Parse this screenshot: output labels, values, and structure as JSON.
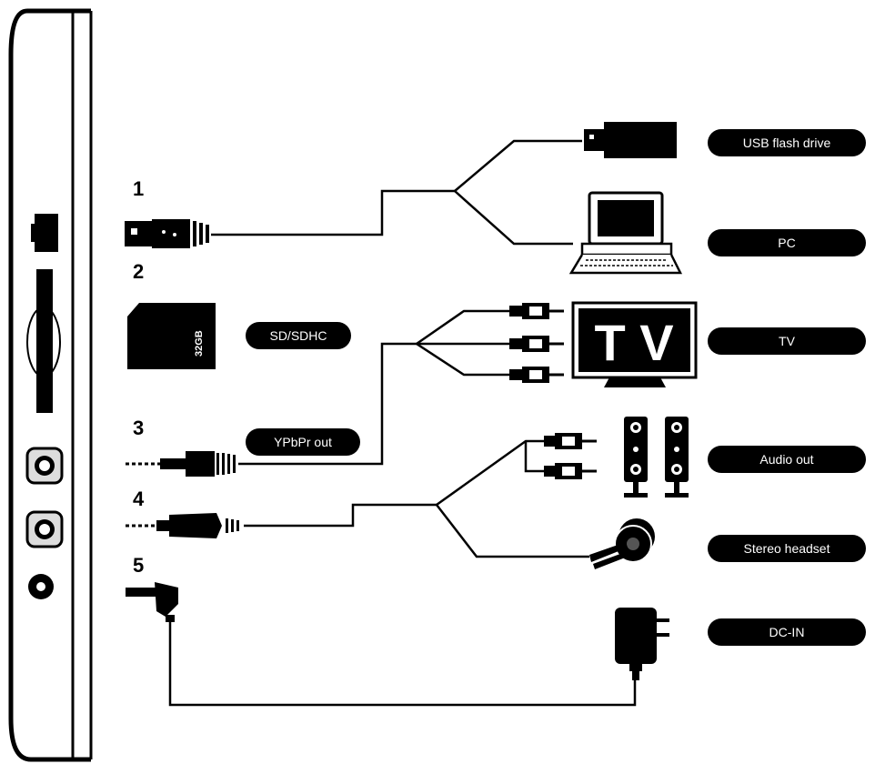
{
  "ports": [
    {
      "number": "1",
      "name": "USB port"
    },
    {
      "number": "2",
      "name": "SD card slot"
    },
    {
      "number": "3",
      "name": "YPbPr out jack"
    },
    {
      "number": "4",
      "name": "Audio out jack"
    },
    {
      "number": "5",
      "name": "DC-IN jack"
    }
  ],
  "labels": {
    "usb_flash_drive": "USB flash drive",
    "pc": "PC",
    "sd_sdhc": "SD/SDHC",
    "tv": "TV",
    "ypbpr_out": "YPbPr out",
    "audio_out": "Audio out",
    "stereo_headset": "Stereo headset",
    "dc_in": "DC-IN"
  },
  "tv_screen_text": "T V",
  "sd_card_text": "32GB",
  "colors": {
    "line": "#000000",
    "pill_bg": "#000000",
    "pill_text": "#ffffff",
    "background": "#ffffff"
  }
}
